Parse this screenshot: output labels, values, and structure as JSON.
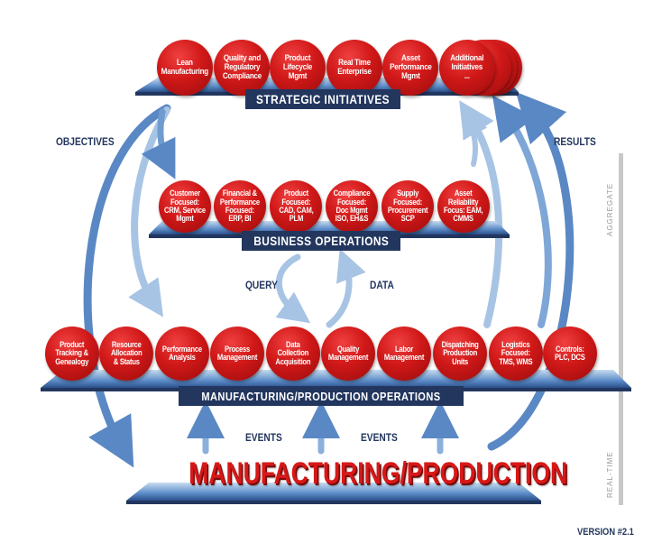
{
  "strategic": {
    "title": "STRATEGIC INITIATIVES",
    "items": [
      "Lean\nManufacturing",
      "Quality and\nRegulatory\nCompliance",
      "Product\nLifecycle\nMgmt",
      "Real Time\nEnterprise",
      "Asset\nPerformance\nMgmt",
      "Additional\nInitiatives\n..."
    ]
  },
  "business": {
    "title": "BUSINESS OPERATIONS",
    "items": [
      "Customer\nFocused:\nCRM, Service\nMgmt",
      "Financial &\nPerformance\nFocused:\nERP, BI",
      "Product\nFocused:\nCAD, CAM,\nPLM",
      "Compliance\nFocused:\nDoc Mgmt\nISO, EH&S",
      "Supply\nFocused:\nProcurement\nSCP",
      "Asset\nReliability\nFocus: EAM,\nCMMS"
    ]
  },
  "manufacturing_ops": {
    "title": "MANUFACTURING/PRODUCTION OPERATIONS",
    "items": [
      "Product\nTracking &\nGenealogy",
      "Resource\nAllocation\n& Status",
      "Performance\nAnalysis",
      "Process\nManagement",
      "Data\nCollection\nAcquisition",
      "Quality\nManagement",
      "Labor\nManagement",
      "Dispatching\nProduction\nUnits",
      "Logistics\nFocused:\nTMS, WMS",
      "Controls:\nPLC, DCS"
    ]
  },
  "production": {
    "title": "MANUFACTURING/PRODUCTION"
  },
  "flows": {
    "objectives": "OBJECTIVES",
    "results": "RESULTS",
    "query": "QUERY",
    "data": "DATA",
    "events1": "EVENTS",
    "events2": "EVENTS"
  },
  "scale": {
    "top": "AGGREGATE",
    "bottom": "REAL-TIME"
  },
  "version": "VERSION #2.1",
  "colors": {
    "red": "#d01818",
    "navy": "#22365e",
    "platform": "#4a7ab8",
    "arrow": "#6f9bd0"
  }
}
